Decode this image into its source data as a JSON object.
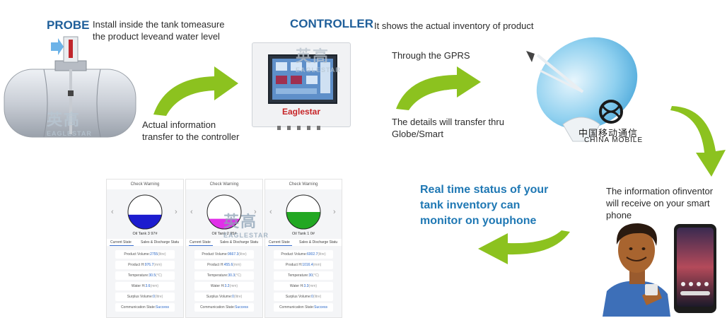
{
  "probe": {
    "title": "PROBE",
    "desc1": "Install inside the tank tomeasure",
    "desc2": "the product leveand water level"
  },
  "controller": {
    "title": "CONTROLLER",
    "desc": "It shows the actual inventory of product",
    "brand": "Eaglestar"
  },
  "actual_info": {
    "line1": "Actual information",
    "line2": "transfer to the controller"
  },
  "gprs": {
    "label": "Through the GPRS"
  },
  "details": {
    "line1": "The details will transfer thru",
    "line2": "Globe/Smart"
  },
  "china_mobile": {
    "cn": "中国移动通信",
    "en": "CHINA MOBILE"
  },
  "info_receive": {
    "line1": "The information ofinventor",
    "line2": "will receive on your smart",
    "line3": "phone"
  },
  "realtime": {
    "line1": "Real time status of your",
    "line2": "tank inventory can",
    "line3": "monitor on youphone"
  },
  "watermark": {
    "cn": "英高",
    "en": "EAGLESTAR"
  },
  "colors": {
    "arrow_green": "#8cc21f",
    "blue_fill": "#1c1ccf",
    "magenta_fill": "#e030e8",
    "green_fill": "#22a822"
  },
  "cards": [
    {
      "header": "Check Warning",
      "tank": "Oil Tank 3 97#",
      "fill_color": "#1c1ccf",
      "level": 0.42,
      "tab1": "Current State",
      "tab2": "Sales & Discharge Statu",
      "rows": [
        {
          "label": "Product Volume:",
          "value": "2755",
          "unit": "(litre)"
        },
        {
          "label": "Product H:",
          "value": "976.7",
          "unit": "(mm)"
        },
        {
          "label": "Temperature:",
          "value": "30.5",
          "unit": "(°C)"
        },
        {
          "label": "Water H:",
          "value": "3.6",
          "unit": "(mm)"
        },
        {
          "label": "Surplus Volume:",
          "value": "0",
          "unit": "(litre)"
        },
        {
          "label": "Communication State:",
          "value": "Success",
          "unit": ""
        }
      ]
    },
    {
      "header": "Check Warning",
      "tank": "Oil Tank 2 95#",
      "fill_color": "#e030e8",
      "level": 0.3,
      "tab1": "Current State",
      "tab2": "Sales & Discharge Statu",
      "rows": [
        {
          "label": "Product Volume:",
          "value": "9667.3",
          "unit": "(litre)"
        },
        {
          "label": "Product H:",
          "value": "455.6",
          "unit": "(mm)"
        },
        {
          "label": "Temperature:",
          "value": "30.3",
          "unit": "(°C)"
        },
        {
          "label": "Water H:",
          "value": "3.2",
          "unit": "(mm)"
        },
        {
          "label": "Surplus Volume:",
          "value": "0",
          "unit": "(litre)"
        },
        {
          "label": "Communication State:",
          "value": "Success",
          "unit": ""
        }
      ]
    },
    {
      "header": "Check Warning",
      "tank": "Oil Tank 1 0#",
      "fill_color": "#22a822",
      "level": 0.5,
      "tab1": "Current State",
      "tab2": "Sales & Discharge Statu",
      "rows": [
        {
          "label": "Product Volume:",
          "value": "6002.7",
          "unit": "(litre)"
        },
        {
          "label": "Product H:",
          "value": "1016.4",
          "unit": "(mm)"
        },
        {
          "label": "Temperature:",
          "value": "30",
          "unit": "(°C)"
        },
        {
          "label": "Water H:",
          "value": "3.3",
          "unit": "(mm)"
        },
        {
          "label": "Surplus Volume:",
          "value": "0",
          "unit": "(litre)"
        },
        {
          "label": "Communication State:",
          "value": "Success",
          "unit": ""
        }
      ]
    }
  ]
}
